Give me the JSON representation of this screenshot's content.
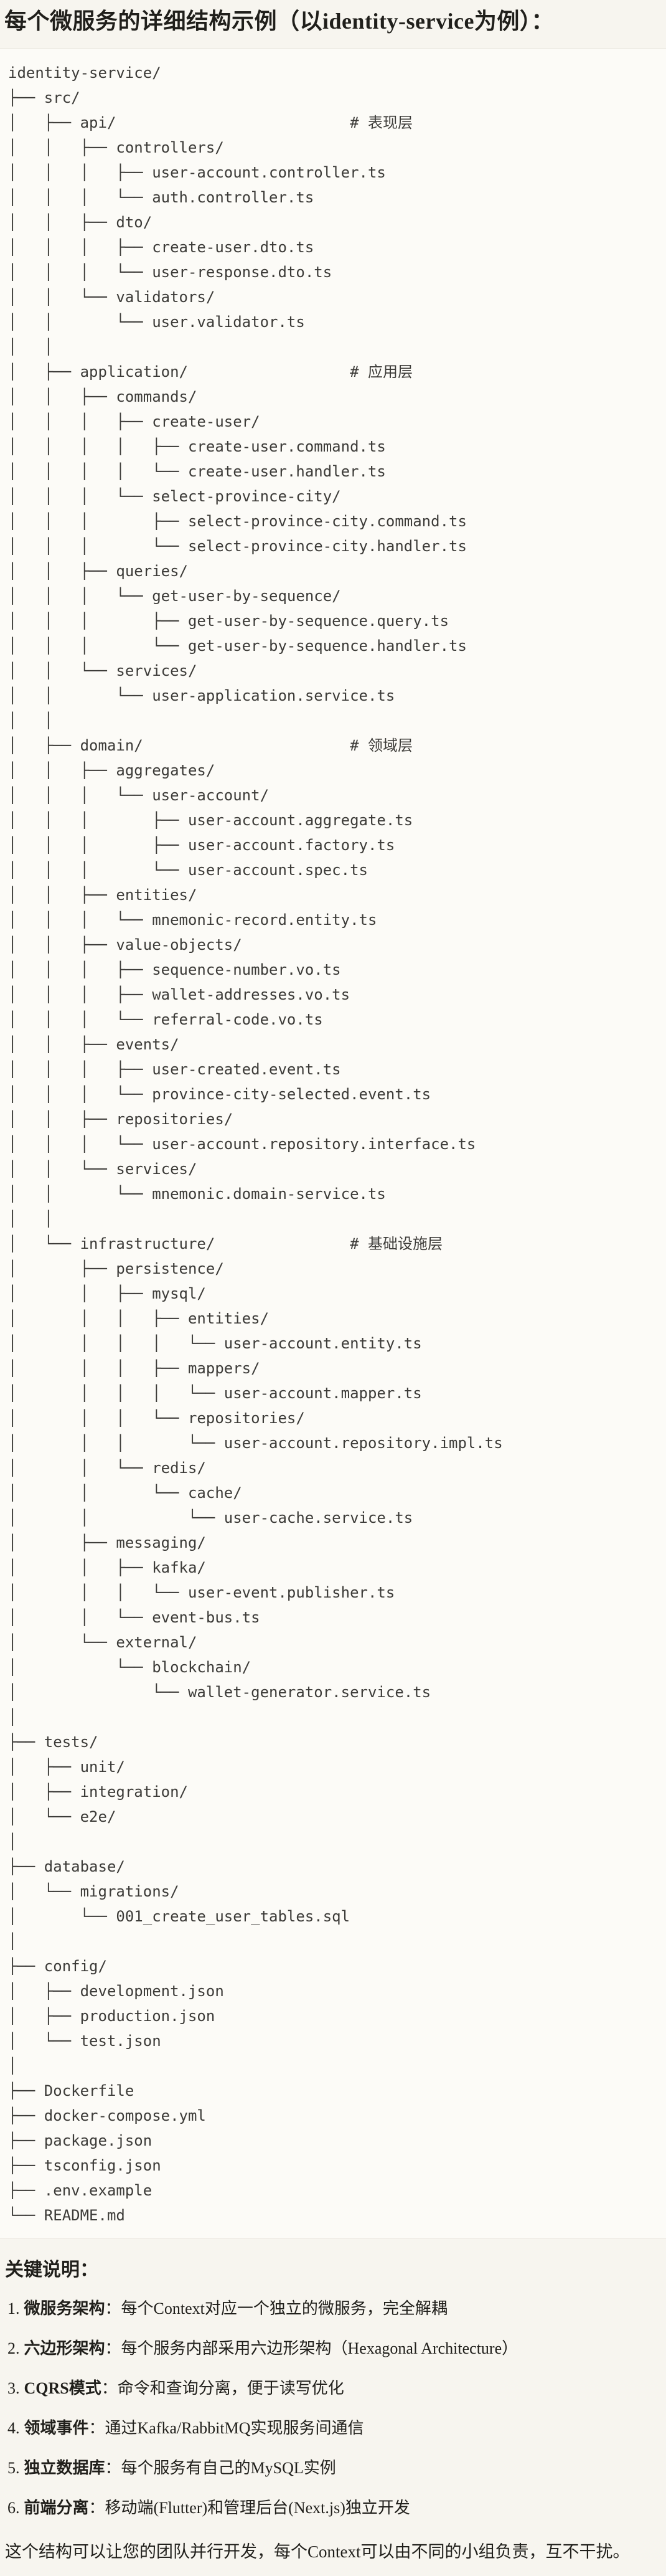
{
  "page": {
    "background": "#F7F5EF",
    "code_background": "#FCFBF7",
    "border_color": "#E7E4DC",
    "tree_text_color": "#3C3B38",
    "body_text_color": "#201F1B"
  },
  "title": "每个微服务的详细结构示例（以identity-service为例）：",
  "code_block": {
    "language": "plaintext",
    "lines": [
      "identity-service/",
      "├── src/",
      "│   ├── api/                          # 表现层",
      "│   │   ├── controllers/",
      "│   │   │   ├── user-account.controller.ts",
      "│   │   │   └── auth.controller.ts",
      "│   │   ├── dto/",
      "│   │   │   ├── create-user.dto.ts",
      "│   │   │   └── user-response.dto.ts",
      "│   │   └── validators/",
      "│   │       └── user.validator.ts",
      "│   │",
      "│   ├── application/                  # 应用层",
      "│   │   ├── commands/",
      "│   │   │   ├── create-user/",
      "│   │   │   │   ├── create-user.command.ts",
      "│   │   │   │   └── create-user.handler.ts",
      "│   │   │   └── select-province-city/",
      "│   │   │       ├── select-province-city.command.ts",
      "│   │   │       └── select-province-city.handler.ts",
      "│   │   ├── queries/",
      "│   │   │   └── get-user-by-sequence/",
      "│   │   │       ├── get-user-by-sequence.query.ts",
      "│   │   │       └── get-user-by-sequence.handler.ts",
      "│   │   └── services/",
      "│   │       └── user-application.service.ts",
      "│   │",
      "│   ├── domain/                       # 领域层",
      "│   │   ├── aggregates/",
      "│   │   │   └── user-account/",
      "│   │   │       ├── user-account.aggregate.ts",
      "│   │   │       ├── user-account.factory.ts",
      "│   │   │       └── user-account.spec.ts",
      "│   │   ├── entities/",
      "│   │   │   └── mnemonic-record.entity.ts",
      "│   │   ├── value-objects/",
      "│   │   │   ├── sequence-number.vo.ts",
      "│   │   │   ├── wallet-addresses.vo.ts",
      "│   │   │   └── referral-code.vo.ts",
      "│   │   ├── events/",
      "│   │   │   ├── user-created.event.ts",
      "│   │   │   └── province-city-selected.event.ts",
      "│   │   ├── repositories/",
      "│   │   │   └── user-account.repository.interface.ts",
      "│   │   └── services/",
      "│   │       └── mnemonic.domain-service.ts",
      "│   │",
      "│   └── infrastructure/               # 基础设施层",
      "│       ├── persistence/",
      "│       │   ├── mysql/",
      "│       │   │   ├── entities/",
      "│       │   │   │   └── user-account.entity.ts",
      "│       │   │   ├── mappers/",
      "│       │   │   │   └── user-account.mapper.ts",
      "│       │   │   └── repositories/",
      "│       │   │       └── user-account.repository.impl.ts",
      "│       │   └── redis/",
      "│       │       └── cache/",
      "│       │           └── user-cache.service.ts",
      "│       ├── messaging/",
      "│       │   ├── kafka/",
      "│       │   │   └── user-event.publisher.ts",
      "│       │   └── event-bus.ts",
      "│       └── external/",
      "│           └── blockchain/",
      "│               └── wallet-generator.service.ts",
      "│",
      "├── tests/",
      "│   ├── unit/",
      "│   ├── integration/",
      "│   └── e2e/",
      "│",
      "├── database/",
      "│   └── migrations/",
      "│       └── 001_create_user_tables.sql",
      "│",
      "├── config/",
      "│   ├── development.json",
      "│   ├── production.json",
      "│   └── test.json",
      "│",
      "├── Dockerfile",
      "├── docker-compose.yml",
      "├── package.json",
      "├── tsconfig.json",
      "├── .env.example",
      "└── README.md"
    ]
  },
  "notes": {
    "heading": "关键说明：",
    "items": [
      {
        "num": "1.",
        "label": "微服务架构",
        "text": "：每个Context对应一个独立的微服务，完全解耦"
      },
      {
        "num": "2.",
        "label": "六边形架构",
        "text": "：每个服务内部采用六边形架构（Hexagonal Architecture）"
      },
      {
        "num": "3.",
        "label": "CQRS模式",
        "text": "：命令和查询分离，便于读写优化"
      },
      {
        "num": "4.",
        "label": "领域事件",
        "text": "：通过Kafka/RabbitMQ实现服务间通信"
      },
      {
        "num": "5.",
        "label": "独立数据库",
        "text": "：每个服务有自己的MySQL实例"
      },
      {
        "num": "6.",
        "label": "前端分离",
        "text": "：移动端(Flutter)和管理后台(Next.js)独立开发"
      }
    ],
    "closing": "这个结构可以让您的团队并行开发，每个Context可以由不同的小组负责，互不干扰。"
  }
}
